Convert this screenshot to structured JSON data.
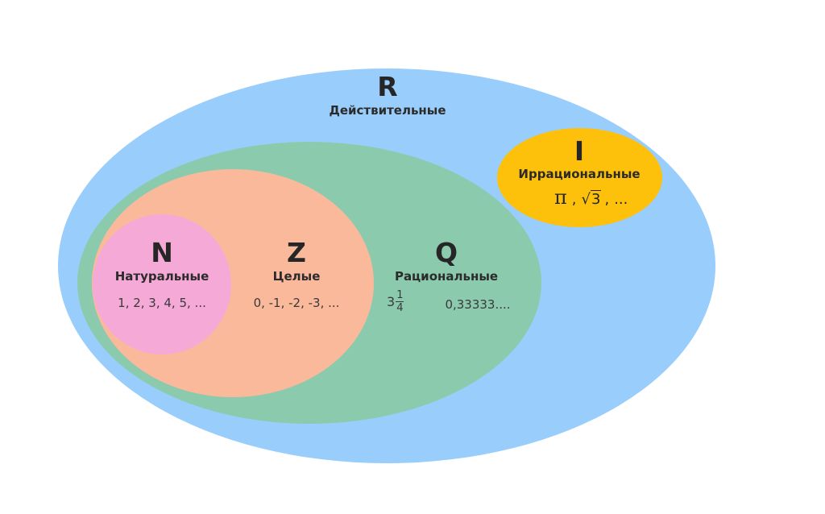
{
  "diagram": {
    "real": {
      "letter": "R",
      "name": "Действительные"
    },
    "rational": {
      "letter": "Q",
      "name": "Рациональные",
      "example_mixed": {
        "whole": "3",
        "numerator": "1",
        "denominator": "4"
      },
      "example_decimal": "0,33333...."
    },
    "integer": {
      "letter": "Z",
      "name": "Целые",
      "examples": "0, -1, -2, -3, ..."
    },
    "natural": {
      "letter": "N",
      "name": "Натуральные",
      "examples": "1, 2, 3, 4, 5, ..."
    },
    "irrational": {
      "letter": "I",
      "name": "Иррациональные",
      "pi_symbol": "π",
      "separator_1": ",",
      "sqrt_symbol": "√",
      "sqrt_argument": "3",
      "separator_2": ",",
      "ellipsis": "..."
    }
  },
  "colors": {
    "real": "#99cdfb",
    "rational": "#8ccaae",
    "integer": "#fbb99c",
    "natural": "#f5a9d6",
    "irrational": "#fdc10b",
    "text": "#2b2b2b"
  }
}
